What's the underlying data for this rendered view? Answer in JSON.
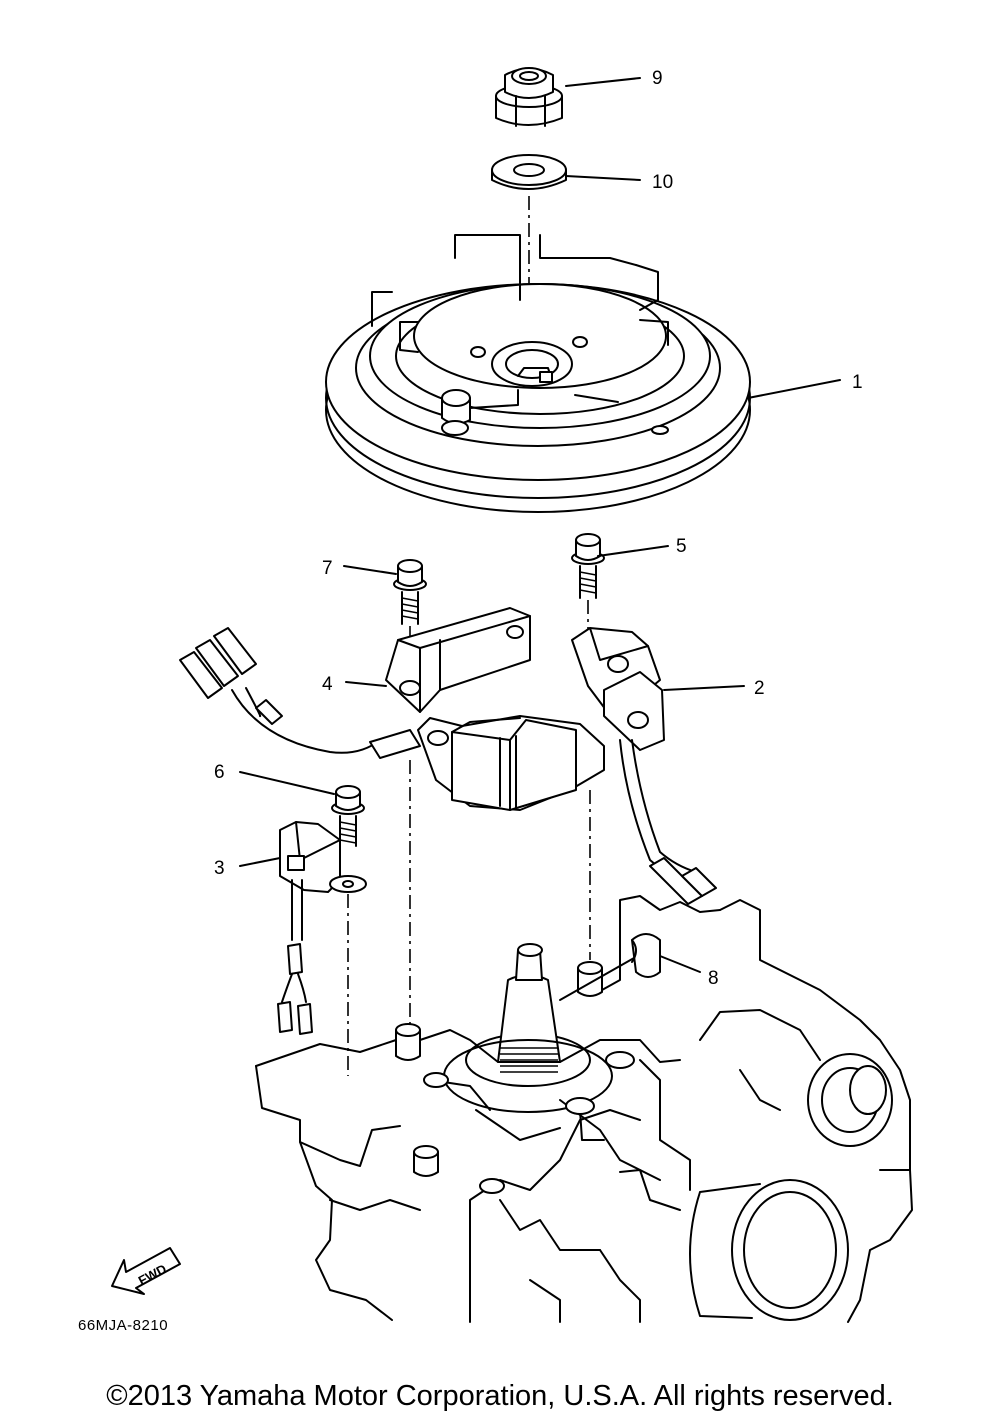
{
  "callouts": {
    "c1": "1",
    "c2": "2",
    "c3": "3",
    "c4": "4",
    "c5": "5",
    "c6": "6",
    "c7": "7",
    "c8": "8",
    "c9": "9",
    "c10": "10"
  },
  "drawing_code": "66MJA-8210",
  "fwd_label": "FWD",
  "copyright": "©2013 Yamaha Motor Corporation, U.S.A. All rights reserved."
}
